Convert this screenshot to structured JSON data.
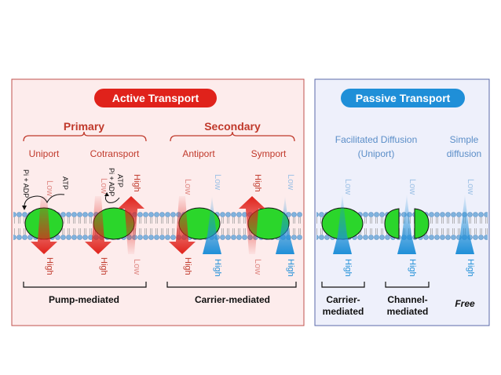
{
  "active": {
    "badge": "Active Transport",
    "primary": "Primary",
    "secondary": "Secondary",
    "uniport": "Uniport",
    "cotransport": "Cotransport",
    "antiport": "Antiport",
    "symport": "Symport",
    "pi_adp": "Pi + ADP",
    "atp": "ATP",
    "low": "Low",
    "high": "High",
    "pump_mediated": "Pump-mediated",
    "carrier_mediated": "Carrier-mediated"
  },
  "passive": {
    "badge": "Passive Transport",
    "facilitated_line1": "Facilitated Diffusion",
    "facilitated_line2": "(Uniport)",
    "simple_line1": "Simple",
    "simple_line2": "diffusion",
    "low": "Low",
    "high": "High",
    "carrier_line1": "Carrier-",
    "carrier_line2": "mediated",
    "channel_line1": "Channel-",
    "channel_line2": "mediated",
    "free": "Free"
  },
  "colors": {
    "active_bg": "#fdecec",
    "active_border": "#c0504d",
    "passive_bg": "#eef0fb",
    "passive_border": "#5b6aa8",
    "red": "#e0221b",
    "blue": "#1f8fd8",
    "green": "#2bd62b",
    "heading_red": "#c0392b",
    "label_red": "#c0392b",
    "label_blue": "#5b8ec8"
  }
}
